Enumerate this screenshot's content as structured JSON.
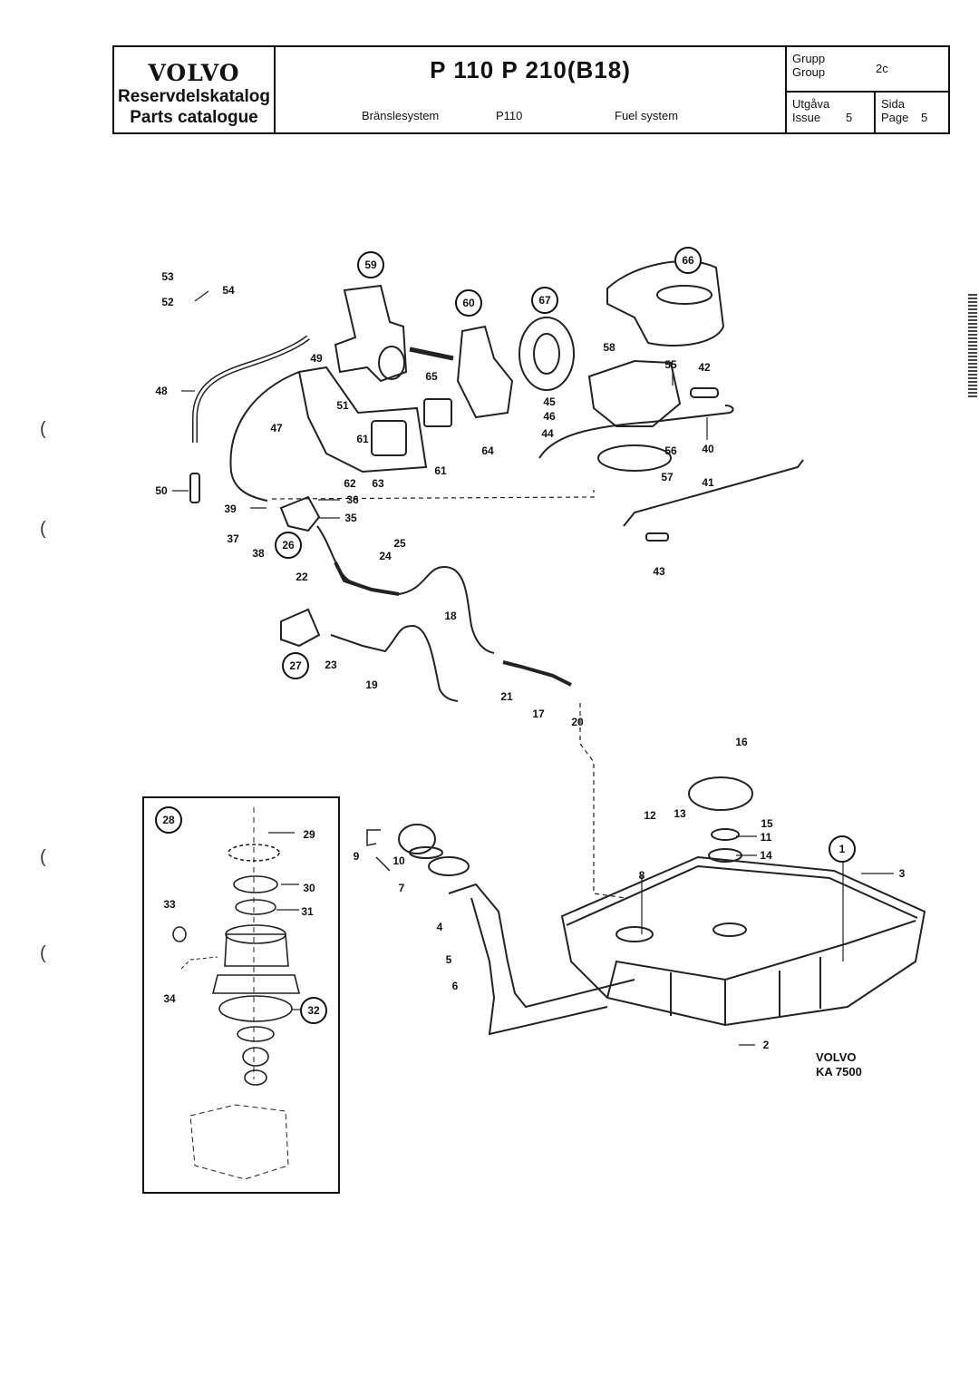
{
  "header": {
    "brand": "VOLVO",
    "catalog_sv": "Reservdelskatalog",
    "catalog_en": "Parts catalogue",
    "title": "P 110  P 210(B18)",
    "subtitle_sv": "Bränslesystem",
    "subtitle_model": "P110",
    "subtitle_en": "Fuel system",
    "group_label_sv": "Grupp",
    "group_label_en": "Group",
    "group_value": "2c",
    "issue_label_sv": "Utgåva",
    "issue_label_en": "Issue",
    "issue_value": "5",
    "page_label_sv": "Sida",
    "page_label_en": "Page",
    "page_value": "5"
  },
  "parts": {
    "p2": "2",
    "p3": "3",
    "p4": "4",
    "p5": "5",
    "p6": "6",
    "p7": "7",
    "p8": "8",
    "p9": "9",
    "p10": "10",
    "p11": "11",
    "p12": "12",
    "p13": "13",
    "p14": "14",
    "p15": "15",
    "p16": "16",
    "p17": "17",
    "p18": "18",
    "p19": "19",
    "p20": "20",
    "p21": "21",
    "p22": "22",
    "p23": "23",
    "p24": "24",
    "p25": "25",
    "p29": "29",
    "p30": "30",
    "p31": "31",
    "p33": "33",
    "p34": "34",
    "p35": "35",
    "p36": "36",
    "p37": "37",
    "p38": "38",
    "p39": "39",
    "p40": "40",
    "p41": "41",
    "p42": "42",
    "p43": "43",
    "p44": "44",
    "p45": "45",
    "p46": "46",
    "p47": "47",
    "p48": "48",
    "p49": "49",
    "p50": "50",
    "p51": "51",
    "p52": "52",
    "p53": "53",
    "p54": "54",
    "p55": "55",
    "p56": "56",
    "p57": "57",
    "p58": "58",
    "p61a": "61",
    "p61b": "61",
    "p62": "62",
    "p63": "63",
    "p64": "64",
    "p65": "65"
  },
  "circled_parts": {
    "c1": "1",
    "c26": "26",
    "c27": "27",
    "c28": "28",
    "c32": "32",
    "c59": "59",
    "c60": "60",
    "c66": "66",
    "c67": "67"
  },
  "footer": {
    "line1": "VOLVO",
    "line2": "KA 7500"
  }
}
